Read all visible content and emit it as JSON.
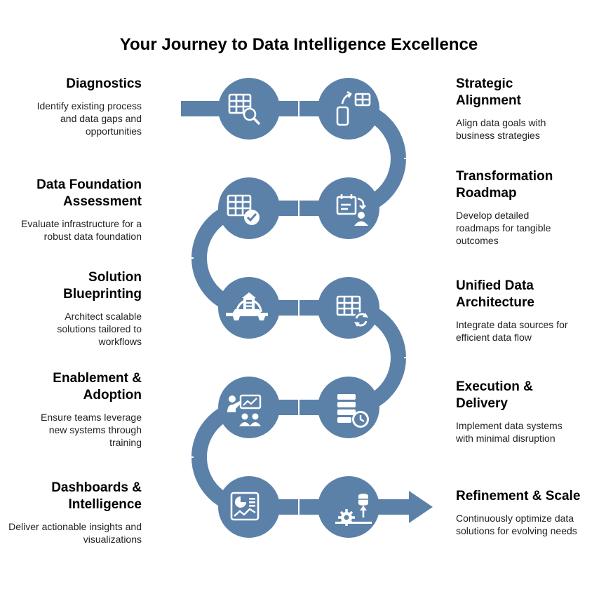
{
  "title": "Your Journey to Data Intelligence Excellence",
  "colors": {
    "path": "#5b81a9",
    "icon": "#ffffff"
  },
  "steps": [
    {
      "title": "Diagnostics",
      "desc": "Identify existing process and data gaps and opportunities",
      "icon": "table-search-icon"
    },
    {
      "title": "Strategic Alignment",
      "desc": "Align data goals with business strategies",
      "icon": "mobile-grid-sync-icon"
    },
    {
      "title": "Transformation Roadmap",
      "desc": "Develop detailed roadmaps for tangible outcomes",
      "icon": "clipboard-user-icon"
    },
    {
      "title": "Data Foundation Assessment",
      "desc": "Evaluate infrastructure for a robust data foundation",
      "icon": "table-check-icon"
    },
    {
      "title": "Solution Blueprinting",
      "desc": "Architect scalable solutions tailored to workflows",
      "icon": "building-gear-icon"
    },
    {
      "title": "Unified Data Architecture",
      "desc": "Integrate data sources for efficient data flow",
      "icon": "table-refresh-icon"
    },
    {
      "title": "Execution & Delivery",
      "desc": "Implement data systems with minimal disruption",
      "icon": "server-clock-icon"
    },
    {
      "title": "Enablement & Adoption",
      "desc": "Ensure teams leverage new systems through training",
      "icon": "presentation-team-icon"
    },
    {
      "title": "Dashboards & Intelligence",
      "desc": "Deliver actionable insights and visualizations",
      "icon": "dashboard-chart-icon"
    },
    {
      "title": "Refinement & Scale",
      "desc": "Continuously optimize data solutions for evolving needs",
      "icon": "database-gear-icon"
    }
  ]
}
